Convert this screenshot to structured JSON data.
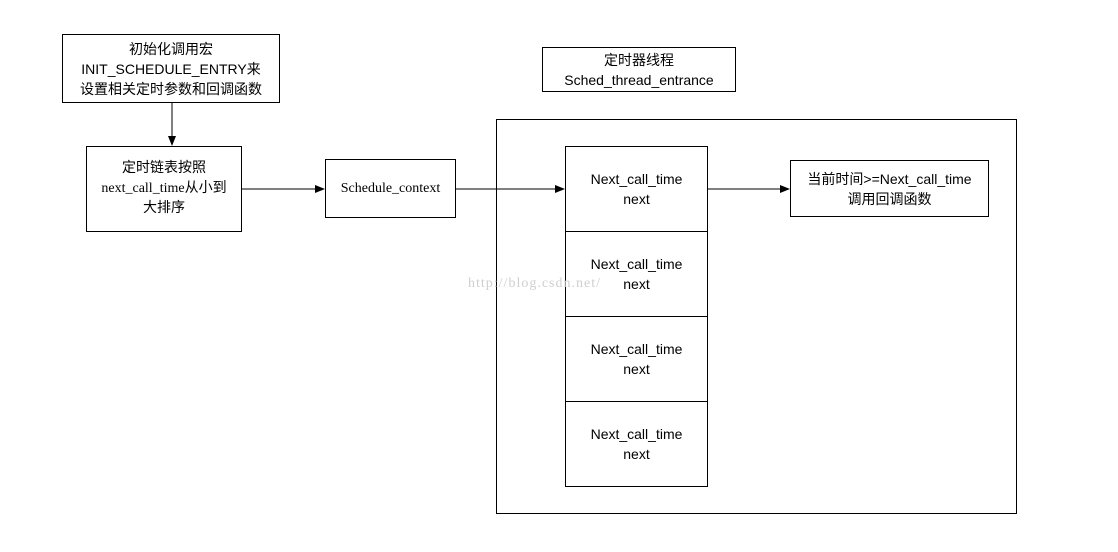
{
  "nodes": {
    "init_macro": {
      "lines": [
        "初始化调用宏",
        "INIT_SCHEDULE_ENTRY来",
        "设置相关定时参数和回调函数"
      ]
    },
    "sorted_list": {
      "lines": [
        "定时链表按照",
        "next_call_time从小到",
        "大排序"
      ]
    },
    "schedule_context": {
      "lines": [
        "Schedule_context"
      ]
    },
    "timer_thread": {
      "lines": [
        "定时器线程",
        "Sched_thread_entrance"
      ]
    },
    "stack": [
      {
        "lines": [
          "Next_call_time",
          "next"
        ]
      },
      {
        "lines": [
          "Next_call_time",
          "next"
        ]
      },
      {
        "lines": [
          "Next_call_time",
          "next"
        ]
      },
      {
        "lines": [
          "Next_call_time",
          "next"
        ]
      }
    ],
    "callback_condition": {
      "lines": [
        "当前时间>=Next_call_time",
        "调用回调函数"
      ]
    }
  },
  "watermark": "http://blog.csdn.net/",
  "colors": {
    "stroke": "#000000",
    "background": "#ffffff",
    "watermark": "#cfcfcf"
  }
}
